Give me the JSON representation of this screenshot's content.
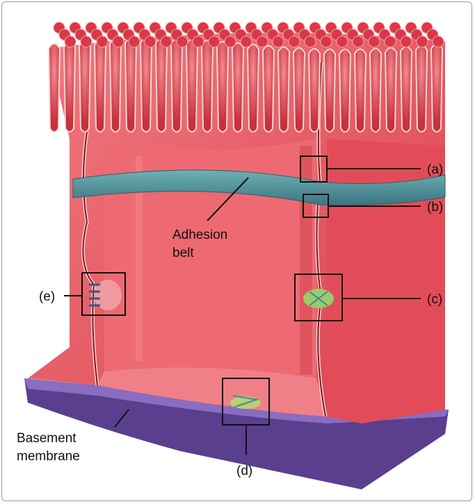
{
  "labels": {
    "a": "(a)",
    "b": "(b)",
    "c": "(c)",
    "d": "(d)",
    "e": "(e)",
    "adhesion_belt": [
      "Adhesion",
      "belt"
    ],
    "basement_membrane": [
      "Basement",
      "membrane"
    ]
  },
  "colors": {
    "cell": "#e8505a",
    "cell_light": "#f07a7e",
    "belt": "#4f8f98",
    "membrane": "#6a4a9a"
  }
}
